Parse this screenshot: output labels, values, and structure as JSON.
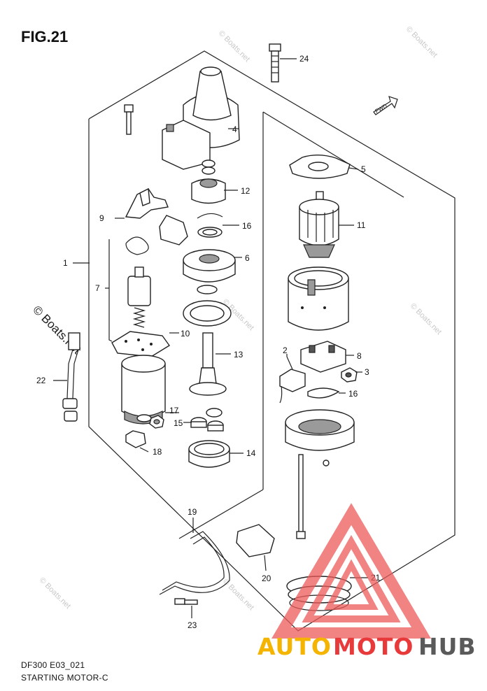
{
  "figure": {
    "title": "FIG.21",
    "diagram_code": "DF300 E03_021",
    "diagram_name": "STARTING MOTOR-C",
    "direction_badge": "FWD"
  },
  "callouts": {
    "p1": "1",
    "p2": "2",
    "p3": "3",
    "p4": "4",
    "p5": "5",
    "p6": "6",
    "p7": "7",
    "p8": "8",
    "p9": "9",
    "p10": "10",
    "p11": "11",
    "p12": "12",
    "p13": "13",
    "p14": "14",
    "p15": "15",
    "p16a": "16",
    "p16b": "16",
    "p17": "17",
    "p18": "18",
    "p19": "19",
    "p20": "20",
    "p21": "21",
    "p22": "22",
    "p23": "23",
    "p24": "24"
  },
  "watermarks": {
    "small": "© Boats.net",
    "large": "© Boats.net"
  },
  "brand": {
    "part1": "AUTO",
    "part2": "MOTO",
    "part3": "HUB",
    "color_auto": "#f5b400",
    "color_moto": "#e83a3a",
    "color_hub": "#5a5a5a",
    "triangle_color": "#ec5a5a"
  }
}
